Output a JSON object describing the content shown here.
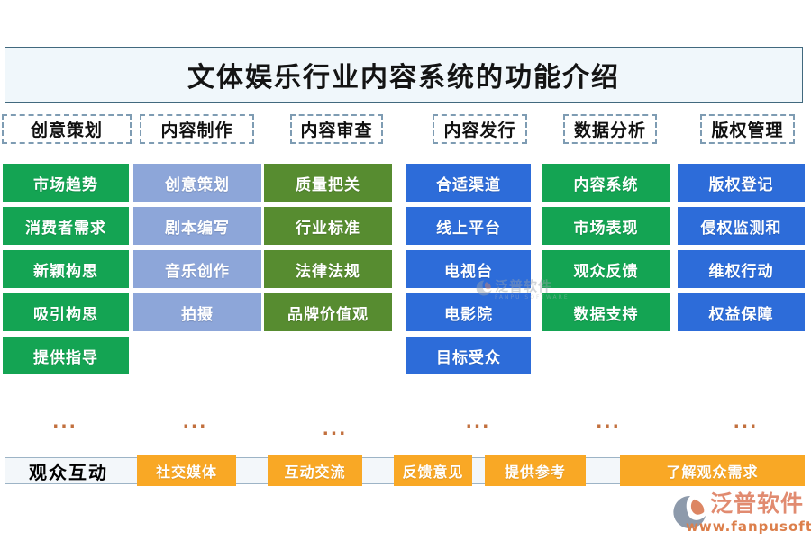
{
  "title": "文体娱乐行业内容系统的功能介绍",
  "ellipsis_label": "...",
  "columns": [
    {
      "header": "创意策划",
      "box_color": "#14a453",
      "items": [
        "市场趋势",
        "消费者需求",
        "新颖构思",
        "吸引构思",
        "提供指导"
      ]
    },
    {
      "header": "内容制作",
      "box_color": "#8da6d9",
      "items": [
        "创意策划",
        "剧本编写",
        "音乐创作",
        "拍摄"
      ]
    },
    {
      "header": "内容审查",
      "box_color": "#578c30",
      "items": [
        "质量把关",
        "行业标准",
        "法律法规",
        "品牌价值观"
      ]
    },
    {
      "header": "内容发行",
      "box_color": "#2d6cd9",
      "items": [
        "合适渠道",
        "线上平台",
        "电视台",
        "电影院",
        "目标受众"
      ]
    },
    {
      "header": "数据分析",
      "box_color": "#14a453",
      "items": [
        "内容系统",
        "市场表现",
        "观众反馈",
        "数据支持"
      ]
    },
    {
      "header": "版权管理",
      "box_color": "#2d6cd9",
      "items": [
        "版权登记",
        "侵权监测和",
        "维权行动",
        "权益保障"
      ]
    }
  ],
  "bottom_row": {
    "label": "观众互动",
    "item_color": "#f9a825",
    "items": [
      "社交媒体",
      "互动交流",
      "反馈意见",
      "提供参考",
      "了解观众需求"
    ]
  },
  "watermark": {
    "text": "泛普软件",
    "subtext": "FANPU SOFTWARE"
  },
  "logo": {
    "name": "泛普软件",
    "url": "www.fanpusoft.com"
  },
  "colors": {
    "green": "#14a453",
    "periwinkle": "#8da6d9",
    "olive": "#578c30",
    "blue": "#2d6cd9",
    "orange": "#f9a825",
    "ellipsis": "#c2703e",
    "title_bg": "#f0f7fb",
    "title_border": "#41697e",
    "logo_text": "#e18b70",
    "logo_url": "#dc7f4b"
  }
}
